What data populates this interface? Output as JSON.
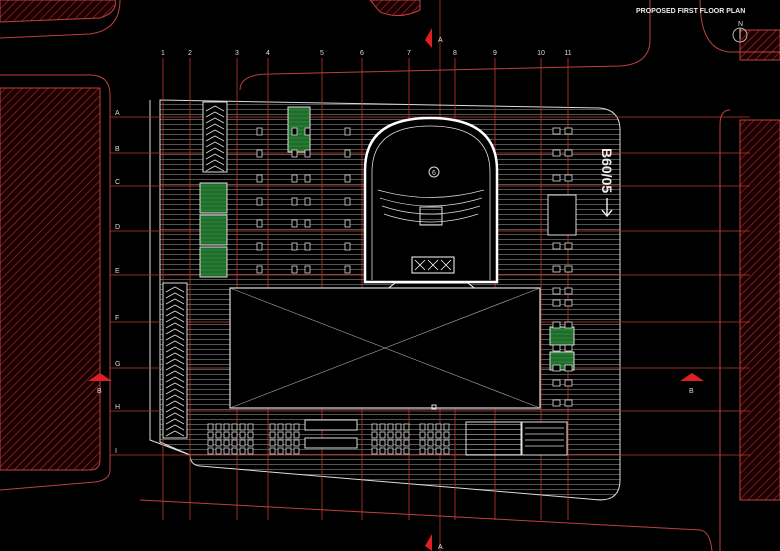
{
  "title": "PROPOSED FIRST FLOOR PLAN",
  "north_label": "N",
  "grid_columns": [
    "1",
    "2",
    "3",
    "4",
    "5",
    "6",
    "7",
    "8",
    "9",
    "10",
    "11"
  ],
  "grid_rows": [
    "A",
    "B",
    "C",
    "D",
    "E",
    "F",
    "G",
    "H",
    "I"
  ],
  "section_markers": {
    "vertical": "A",
    "horizontal": "B"
  },
  "room_number": "6",
  "ramp_label": "B60/05",
  "colors": {
    "grid": "#c0392b",
    "linework": "#e8e8e8",
    "hatch": "#b03030",
    "green": "#1e6b2a"
  }
}
